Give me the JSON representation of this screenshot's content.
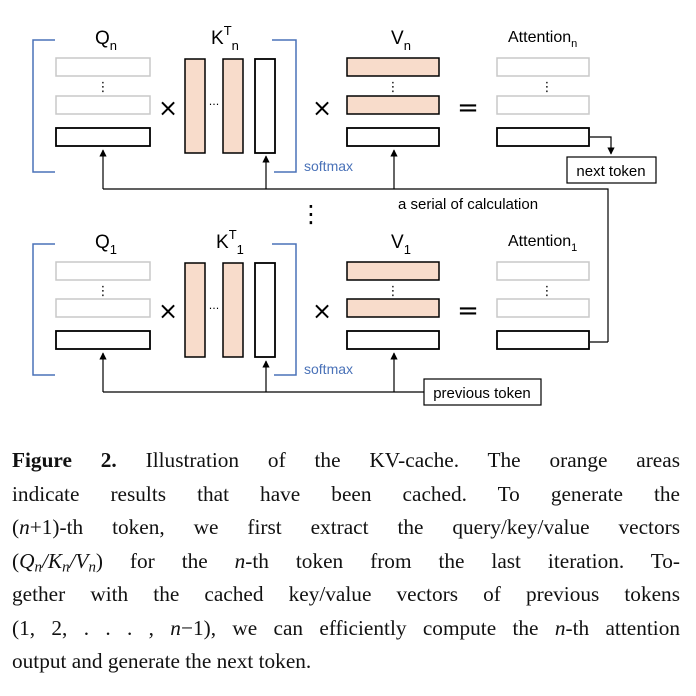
{
  "figure": {
    "top": {
      "q_label": "Q",
      "q_sub": "n",
      "k_label": "K",
      "k_sup": "T",
      "k_sub": "n",
      "v_label": "V",
      "v_sub": "n",
      "att_label": "Attention",
      "att_sub": "n",
      "softmax": "softmax"
    },
    "bottom": {
      "q_label": "Q",
      "q_sub": "1",
      "k_label": "K",
      "k_sup": "T",
      "k_sub": "1",
      "v_label": "V",
      "v_sub": "1",
      "att_label": "Attention",
      "att_sub": "1",
      "softmax": "softmax"
    },
    "next_token": "next token",
    "previous_token": "previous token",
    "serial": "a serial of calculation",
    "times": "×",
    "equals": "=",
    "vdots": "⋮",
    "hdots": "···",
    "colors": {
      "cached_fill": "#f8dccb",
      "empty_stroke": "#c8c8c8",
      "bracket_blue": "#4a72b8",
      "line": "#000000"
    }
  },
  "caption": {
    "label": "Figure 2.",
    "line1": "Illustration of the KV-cache. The orange areas",
    "line2": "indicate results that have been cached. To generate the",
    "line3_a": "(",
    "line3_n": "n",
    "line3_b": "+1)-th token, we first extract the query/key/value vectors",
    "line4_a": "(",
    "line4_b": ") for the ",
    "line4_n": "n",
    "line4_c": "-th token from the last iteration. To-",
    "line5": "gether with the cached key/value vectors of previous tokens",
    "line6_a": "(1, 2, . . . , ",
    "line6_n": "n",
    "line6_b": "−1), we can efficiently compute the ",
    "line6_n2": "n",
    "line6_c": "-th attention",
    "line7": "output and generate the next token."
  }
}
